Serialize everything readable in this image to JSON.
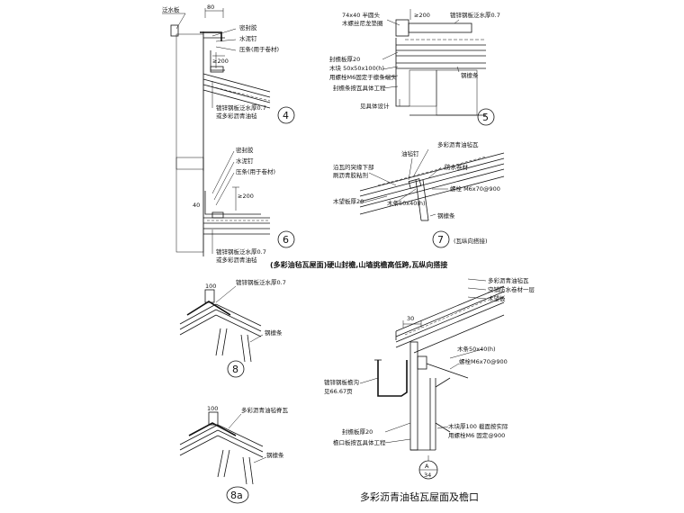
{
  "details": {
    "d4": {
      "number": "4",
      "dim_top": "80",
      "dim_side": "≥200",
      "labels": [
        "泛水板",
        "密封胶",
        "水泥钉",
        "压条(用于卷材)",
        "镀锌钢板泛水厚0.7",
        "或多彩沥青油毡"
      ]
    },
    "d5": {
      "number": "5",
      "dim_top": "≥200",
      "labels": [
        "74x40 半圆头",
        "木螺丝尼龙垫圈",
        "镀锌钢板泛水厚0.7",
        "封檐板厚20",
        "木块 50x50x100(h)",
        "用螺栓M6固定于檩条端头",
        "封檐条按瓦具体工程",
        "钢檩条",
        "见具体设计"
      ]
    },
    "d6": {
      "number": "6",
      "dim_side": "≥200",
      "dim_left": "40",
      "labels": [
        "密封胶",
        "水泥钉",
        "压条(用于卷材)",
        "镀锌钢板泛水厚0.7",
        "或多彩沥青油毡"
      ]
    },
    "d7": {
      "number": "7",
      "labels": [
        "多彩沥青油毡瓦",
        "油毡钉",
        "防水卷材",
        "沿瓦的突缘下部",
        "刷沥青胶粘剂",
        "螺栓 M6x70@900",
        "木望板厚20",
        "木条50x40(h)",
        "钢檩条",
        "(瓦纵向搭接)"
      ]
    },
    "d8": {
      "number": "8",
      "dim_top": "100",
      "labels": [
        "镀锌钢板泛水厚0.7",
        "钢檩条"
      ]
    },
    "d8a": {
      "number": "8a",
      "dim_top": "100",
      "labels": [
        "多彩沥青油毡脊瓦",
        "钢檩条"
      ]
    },
    "dA": {
      "number": "A",
      "sheet": "34",
      "dim_top": "30",
      "labels": [
        "多彩沥青油毡瓦",
        "空铺防水卷材一层",
        "木望板",
        "木条50x40(h)",
        "螺栓M6x70@900",
        "镀锌钢板檐沟",
        "见66.67页",
        "封檐板厚20",
        "檐口板按瓦具体工程",
        "木块厚100  截面按实际",
        "用螺栓M6 固定@900"
      ]
    }
  },
  "captions": {
    "middle": "(多彩油毡瓦屋面)硬山封檐,山墙挑檐高低跨,瓦纵向搭接",
    "bottom": "多彩沥青油毡瓦屋面及檐口"
  }
}
